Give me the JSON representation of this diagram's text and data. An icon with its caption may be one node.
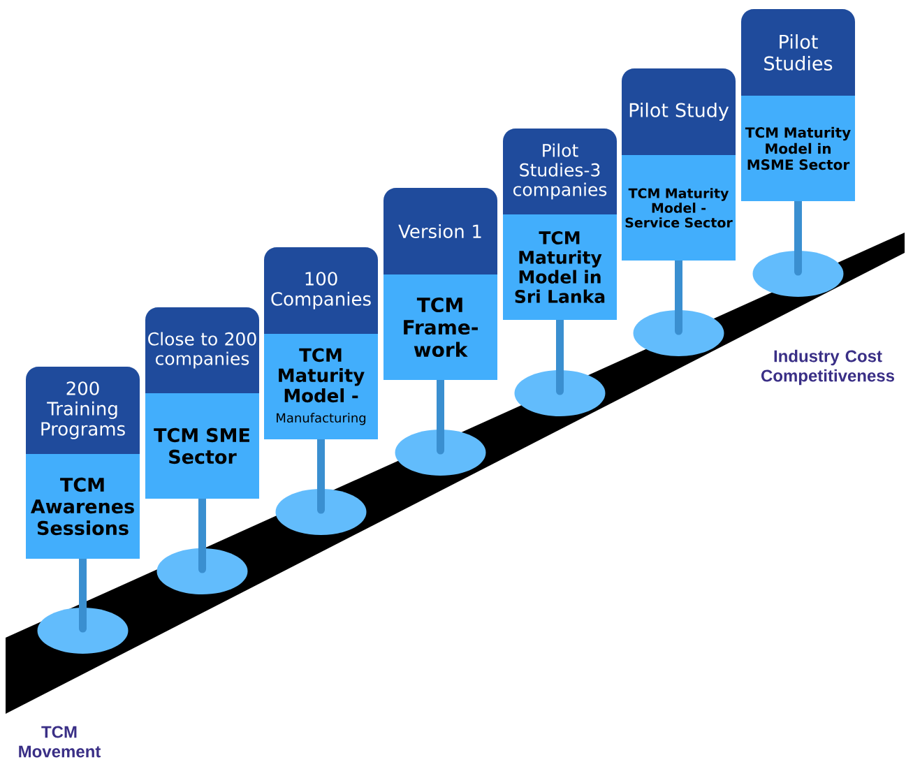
{
  "diagram": {
    "nodes": [
      {
        "text": [
          "200 Training Programs",
          "TCM Awarenes Sessions"
        ]
      },
      {
        "text": [
          "Close to 200 companies",
          "TCM SME Sector"
        ]
      },
      {
        "text": [
          "100 Companies",
          "TCM Maturity Model -",
          "Manufacturing"
        ]
      },
      {
        "text": [
          "Version 1",
          "TCM Frame- work"
        ]
      },
      {
        "text": [
          "Pilot Studies-3 companies",
          "TCM Maturity Model in Sri Lanka"
        ]
      },
      {
        "text": [
          "Pilot Study",
          "TCM Maturity Model - Service Sector"
        ]
      },
      {
        "text": [
          "Pilot Studies",
          "TCM Maturity Model in MSME Sector"
        ]
      }
    ],
    "labels": [
      "Industry Cost Competitiveness",
      "TCM Movement"
    ]
  }
}
